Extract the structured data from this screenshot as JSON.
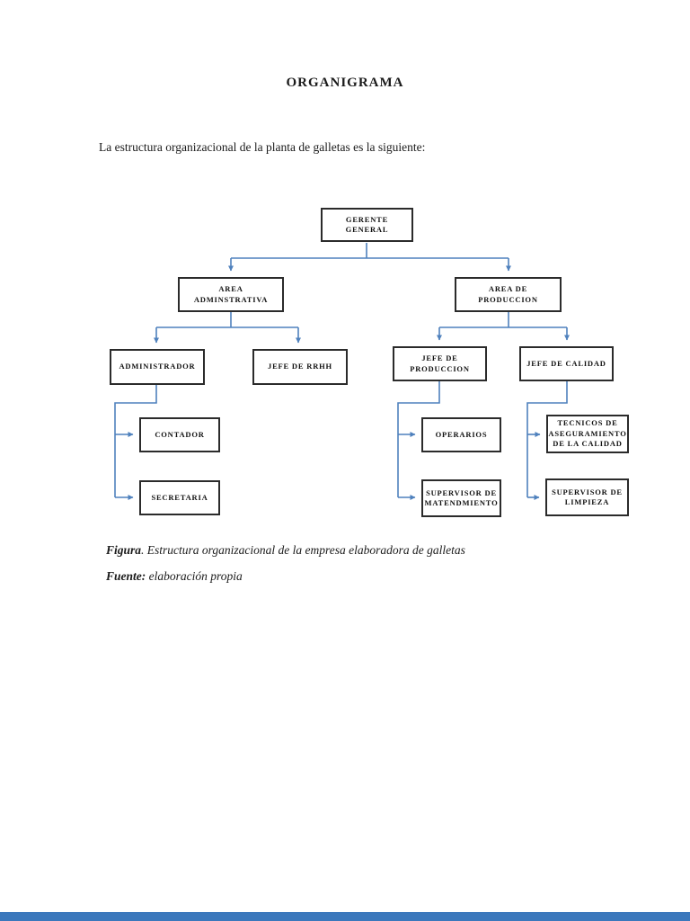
{
  "page": {
    "title": "ORGANIGRAMA",
    "intro": "La estructura organizacional de la planta de galletas es la siguiente:",
    "accent_bar_color": "#3b78bc"
  },
  "chart": {
    "type": "org-chart",
    "line_color": "#4f81bd",
    "box_border_color": "#2b2b2b",
    "nodes": [
      {
        "id": "gerente-general",
        "label": "GERENTE GENERAL",
        "parent": null
      },
      {
        "id": "area-administrativa",
        "label": "AREA ADMINSTRATIVA",
        "parent": "gerente-general"
      },
      {
        "id": "area-de-produccion",
        "label": "AREA DE PRODUCCION",
        "parent": "gerente-general"
      },
      {
        "id": "administrador",
        "label": "ADMINISTRADOR",
        "parent": "area-administrativa"
      },
      {
        "id": "jefe-de-rrhh",
        "label": "JEFE DE RRHH",
        "parent": "area-administrativa"
      },
      {
        "id": "jefe-de-produccion",
        "label": "JEFE DE PRODUCCION",
        "parent": "area-de-produccion"
      },
      {
        "id": "jefe-de-calidad",
        "label": "JEFE DE CALIDAD",
        "parent": "area-de-produccion"
      },
      {
        "id": "contador",
        "label": "CONTADOR",
        "parent": "administrador"
      },
      {
        "id": "secretaria",
        "label": "SECRETARIA",
        "parent": "administrador"
      },
      {
        "id": "operarios",
        "label": "OPERARIOS",
        "parent": "jefe-de-produccion"
      },
      {
        "id": "supervisor-de-matendmiento",
        "label": "SUPERVISOR DE MATENDMIENTO",
        "parent": "jefe-de-produccion"
      },
      {
        "id": "tecnicos-de-aseguramiento-de-la-calidad",
        "label": "TECNICOS DE ASEGURAMIENTO DE LA CALIDAD",
        "parent": "jefe-de-calidad"
      },
      {
        "id": "supervisor-de-limpieza",
        "label": "SUPERVISOR DE LIMPIEZA",
        "parent": "jefe-de-calidad"
      }
    ]
  },
  "caption": {
    "figura_label": "Figura",
    "figura_text": ". Estructura organizacional de la empresa elaboradora de galletas",
    "fuente_label": "Fuente:",
    "fuente_text": " elaboración propia"
  }
}
